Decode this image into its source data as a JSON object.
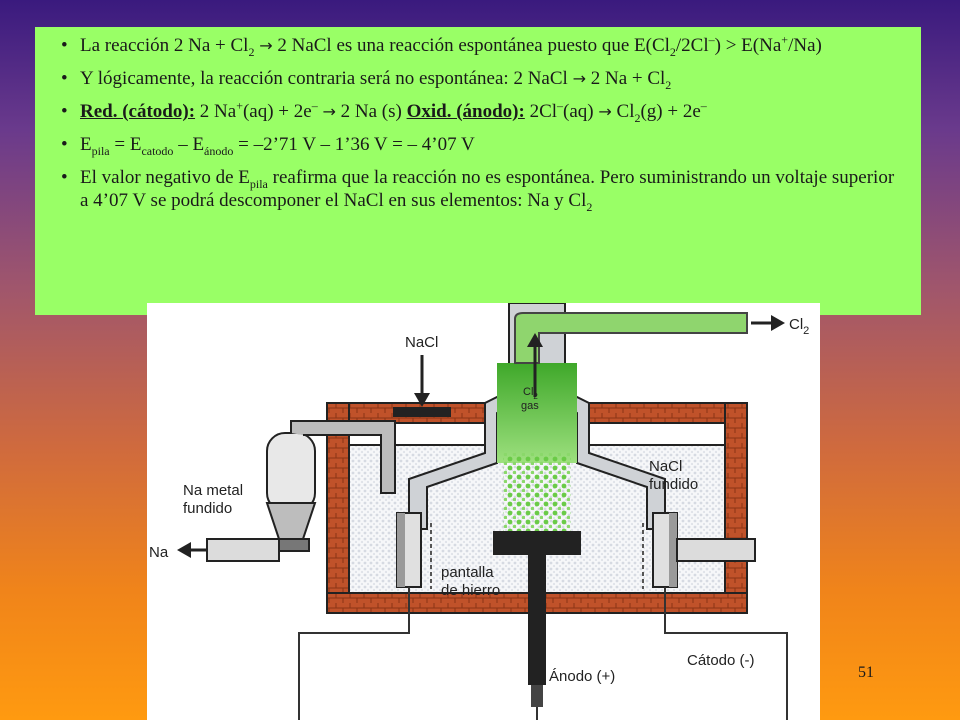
{
  "bullets": {
    "b1": {
      "t1": "La reacción 2 Na + Cl",
      "t1_sub": "2",
      "t2": " 2 NaCl es una reacción espontánea puesto que E(Cl",
      "t2_sub": "2",
      "t3": "/2Cl",
      "t3_sup": "–",
      "t4": ") > E(Na",
      "t4_sup": "+",
      "t5": "/Na)"
    },
    "b2": {
      "t1": "Y lógicamente, la reacción contraria será no espontánea: 2 NaCl ",
      "t2": " 2 Na + Cl",
      "t2_sub": "2"
    },
    "b3": {
      "red_label": "Red. (cátodo):",
      "t1": " 2 Na",
      "t1_sup": "+",
      "t2": "(aq) + 2e",
      "t2_sup": "–",
      "t3": " 2 Na (s) ",
      "ox_label": "Oxid. (ánodo):",
      "t4": " 2Cl",
      "t4_sup": "–",
      "t5": "(aq) ",
      "t6": " Cl",
      "t6_sub": "2",
      "t7": "(g) + 2e",
      "t7_sup": "–"
    },
    "b4": {
      "t1": "E",
      "t1_sub": "pila",
      "t2": " = E",
      "t2_sub": "catodo",
      "t3": " – E",
      "t3_sub": "ánodo",
      "t4": " = –2’71 V – 1’36 V = – 4’07 V"
    },
    "b5": {
      "t1": "El valor negativo de E",
      "t1_sub": "pila",
      "t2": "  reafirma que la reacción no es espontánea. Pero suministrando un voltaje superior a 4’07 V se podrá descomponer el NaCl en sus elementos: Na y Cl",
      "t2_sub": "2"
    },
    "bullet_char": "•",
    "arrow_char": "→"
  },
  "diagram": {
    "nacl_in": "NaCl",
    "cl2_out": "Cl",
    "cl2_out_sub": "2",
    "cl2_gas_1": "Cl",
    "cl2_gas_sub": "2",
    "cl2_gas_2": "gas",
    "na_metal_1": "Na metal",
    "na_metal_2": "fundido",
    "nacl_fundido_1": "NaCl",
    "nacl_fundido_2": "fundido",
    "na_out": "Na",
    "pantalla_1": "pantalla",
    "pantalla_2": "de hierro",
    "anodo": "Ánodo (+)",
    "catodo": "Cátodo (-)"
  },
  "colors": {
    "text_box": "#99ff66",
    "brick": "#c0522a",
    "gas_green": "#5bbf3a",
    "melt_dots": "#e0e4ea",
    "steel": "#c8c8c8"
  },
  "page_number": "51"
}
